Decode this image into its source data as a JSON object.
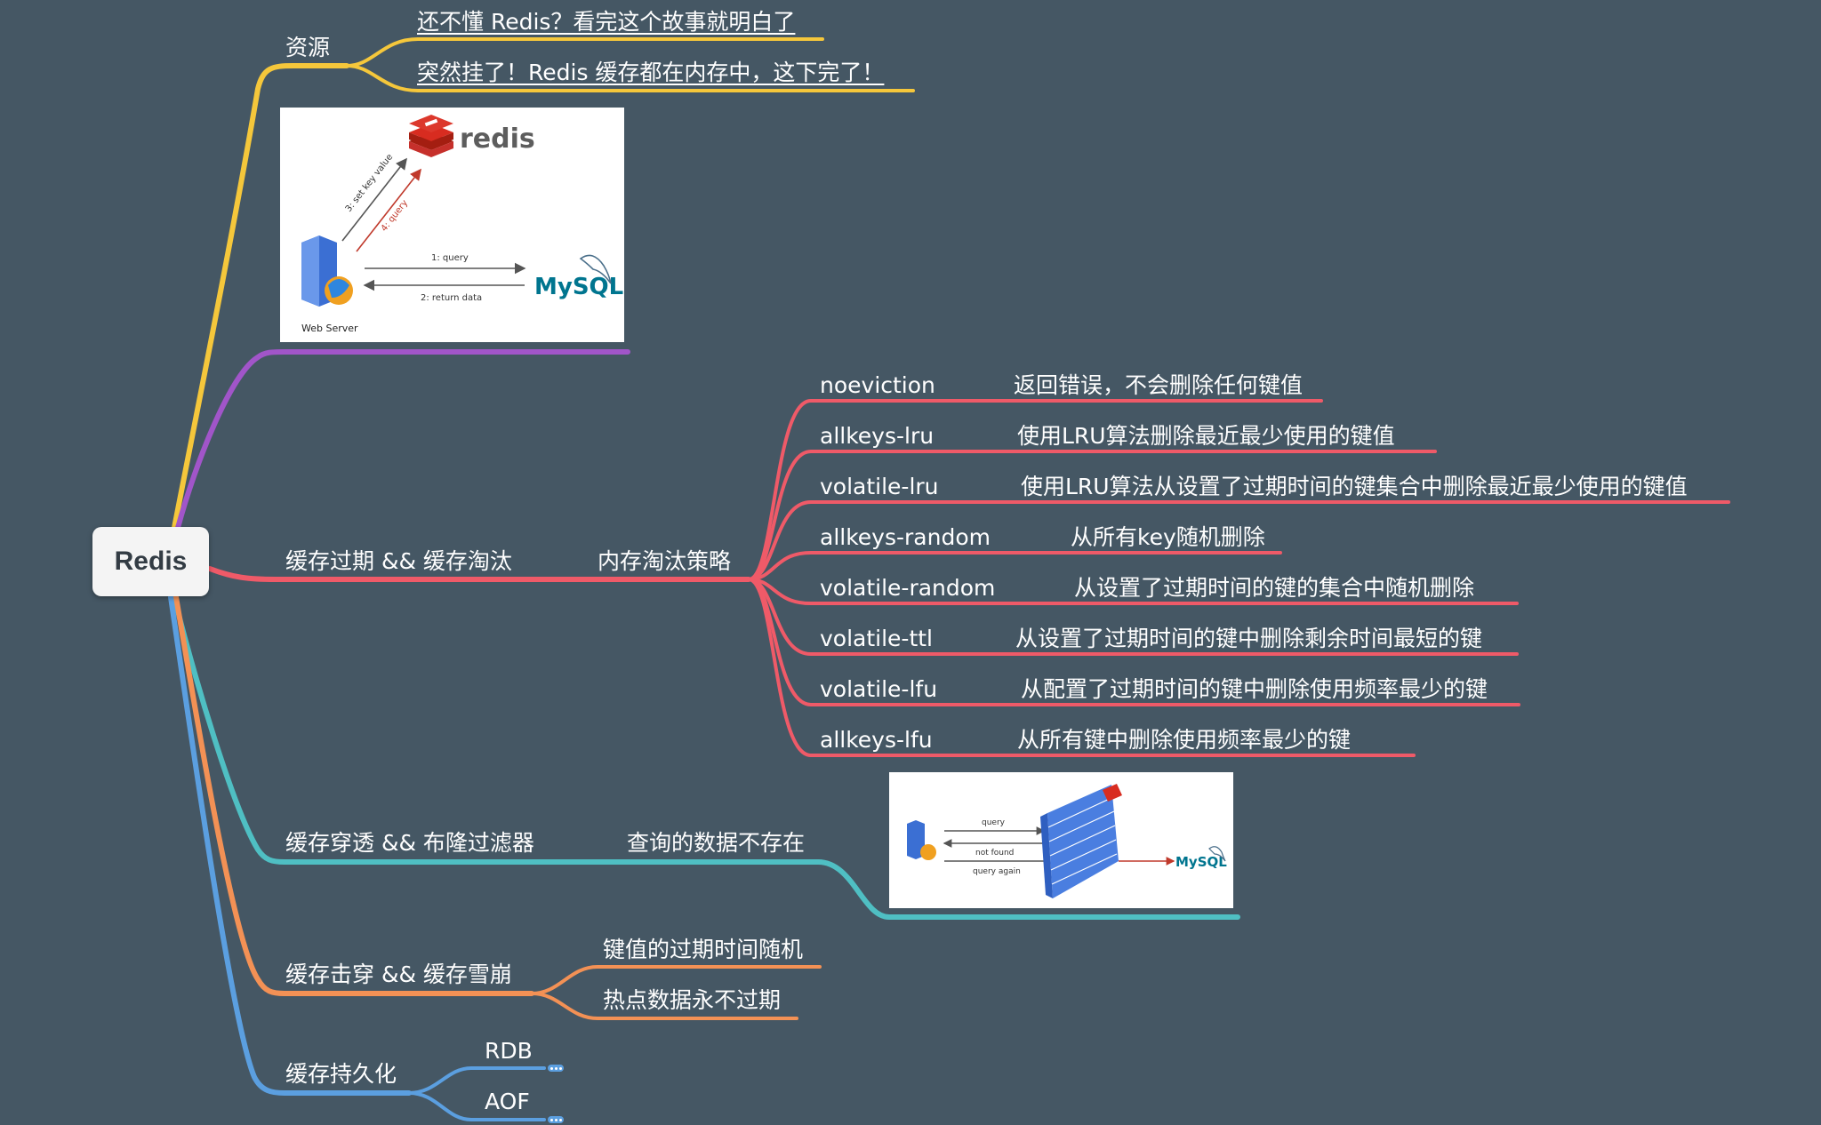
{
  "root": {
    "label": "Redis"
  },
  "colors": {
    "background": "#455764",
    "resources": "#f5c73b",
    "image_branch": "#a155c9",
    "eviction": "#ef5a68",
    "penetration": "#4fbfc3",
    "breakdown": "#f39155",
    "persistence": "#5b9fe0"
  },
  "resources": {
    "label": "资源",
    "links": [
      "还不懂 Redis？看完这个故事就明白了",
      "突然挂了！Redis 缓存都在内存中，这下完了！"
    ]
  },
  "cache_diagram": {
    "logo_text": "redis",
    "mysql_text": "MySQL",
    "server_caption": "Web Server",
    "arrows": [
      "1: query",
      "2: return data",
      "3: set key value",
      "4: query"
    ]
  },
  "eviction": {
    "label": "缓存过期 && 缓存淘汰",
    "sub_label": "内存淘汰策略",
    "policies": [
      {
        "name": "noeviction",
        "desc": "返回错误，不会删除任何键值"
      },
      {
        "name": "allkeys-lru",
        "desc": "使用LRU算法删除最近最少使用的键值"
      },
      {
        "name": "volatile-lru",
        "desc": "使用LRU算法从设置了过期时间的键集合中删除最近最少使用的键值"
      },
      {
        "name": "allkeys-random",
        "desc": "从所有key随机删除"
      },
      {
        "name": "volatile-random",
        "desc": "从设置了过期时间的键的集合中随机删除"
      },
      {
        "name": "volatile-ttl",
        "desc": "从设置了过期时间的键中删除剩余时间最短的键"
      },
      {
        "name": "volatile-lfu",
        "desc": "从配置了过期时间的键中删除使用频率最少的键"
      },
      {
        "name": "allkeys-lfu",
        "desc": "从所有键中删除使用频率最少的键"
      }
    ]
  },
  "penetration": {
    "label": "缓存穿透 && 布隆过滤器",
    "sub_label": "查询的数据不存在",
    "diagram": {
      "arrows": [
        "query",
        "not found",
        "query again"
      ],
      "mysql_text": "MySQL"
    }
  },
  "breakdown": {
    "label": "缓存击穿 && 缓存雪崩",
    "items": [
      "键值的过期时间随机",
      "热点数据永不过期"
    ]
  },
  "persistence": {
    "label": "缓存持久化",
    "items": [
      "RDB",
      "AOF"
    ]
  }
}
